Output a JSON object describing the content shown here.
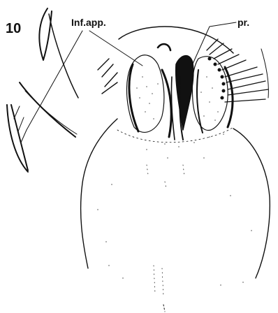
{
  "figure": {
    "number": "10",
    "labels": {
      "inferior_appendage": "Inf.app.",
      "pr": "pr."
    }
  },
  "colors": {
    "ink": "#111111",
    "background": "#ffffff",
    "stipple": "#555555"
  }
}
